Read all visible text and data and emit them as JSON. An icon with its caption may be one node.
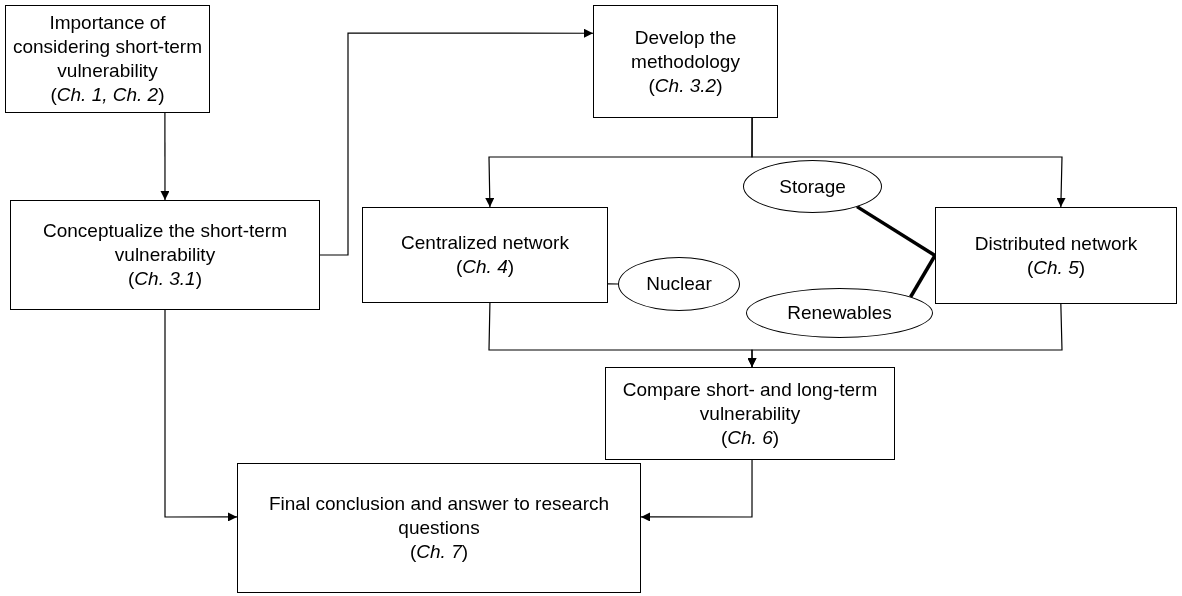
{
  "diagram": {
    "nodes": [
      {
        "text": [
          "Importance of considering short-term vulnerability",
          "(*Ch. 1, Ch. 2*)"
        ]
      },
      {
        "text": [
          "Develop the methodology",
          "(*Ch. 3.2*)"
        ]
      },
      {
        "text": [
          "Conceptualize the short-term vulnerability",
          "(*Ch. 3.1*)"
        ]
      },
      {
        "text": [
          "Centralized network",
          "(*Ch. 4*)"
        ]
      },
      {
        "text": [
          "Nuclear"
        ]
      },
      {
        "text": [
          "Storage"
        ]
      },
      {
        "text": [
          "Distributed network",
          "(*Ch. 5*)"
        ]
      },
      {
        "text": [
          "Renewables"
        ]
      },
      {
        "text": [
          "Compare short- and long-term vulnerability",
          "(*Ch. 6*)"
        ]
      },
      {
        "text": [
          "Final conclusion and answer to research questions",
          "(*Ch. 7*)"
        ]
      }
    ],
    "edges": [
      {
        "from": 0,
        "to": 2,
        "arrow": "to"
      },
      {
        "from": 2,
        "to": 1,
        "arrow": "to"
      },
      {
        "from": 1,
        "to": 3,
        "arrow": "to"
      },
      {
        "from": 1,
        "to": 6,
        "arrow": "to"
      },
      {
        "from": 3,
        "to": 4,
        "arrow": "none"
      },
      {
        "from": 5,
        "to": 6,
        "arrow": "none",
        "style": "thick"
      },
      {
        "from": 7,
        "to": 6,
        "arrow": "none",
        "style": "thick"
      },
      {
        "from": 3,
        "to": 8,
        "arrow": "to"
      },
      {
        "from": 6,
        "to": 8,
        "arrow": "to"
      },
      {
        "from": 2,
        "to": 9,
        "arrow": "to"
      },
      {
        "from": 8,
        "to": 9,
        "arrow": "to"
      }
    ]
  }
}
